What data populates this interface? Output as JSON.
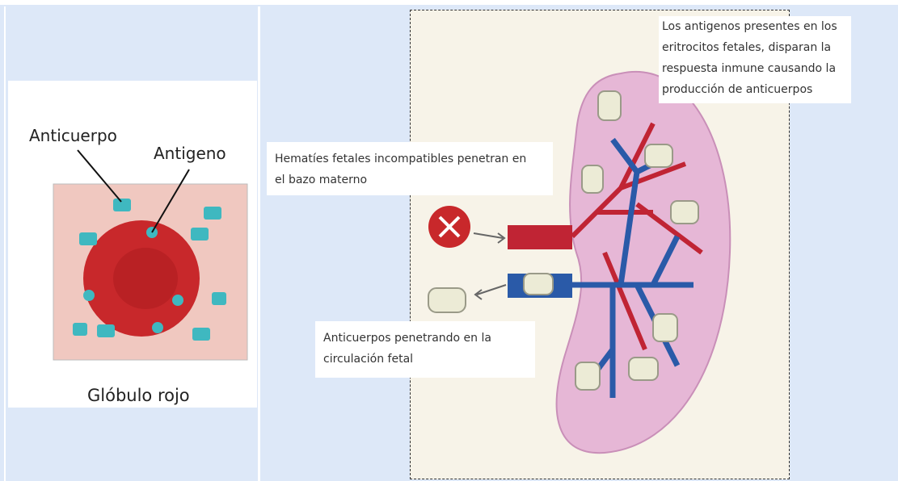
{
  "rbc_diagram": {
    "label_antibody": "Anticuerpo",
    "label_antigen": "Antigeno",
    "caption": "Glóbulo rojo"
  },
  "spleen_diagram": {
    "callout_top": [
      "Los antigenos presentes en los",
      "eritrocitos fetales, disparan la",
      "respuesta inmune causando la",
      "producción de anticuerpos"
    ],
    "callout_hematies": [
      "Hematíes fetales incompatibles penetran en",
      "el bazo materno"
    ],
    "callout_anticuerpos": [
      "Anticuerpos penetrando en la",
      "circulación fetal"
    ]
  },
  "colors": {
    "background": "#dde8f8",
    "rbc_red": "#c8282b",
    "antibody_teal": "#3fb8c0",
    "spleen_pink": "#e6b7d6",
    "vein_blue": "#2a5aa8",
    "artery_red": "#c02434"
  }
}
